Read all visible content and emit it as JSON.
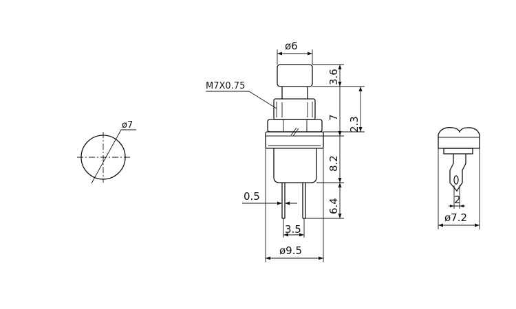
{
  "drawing": {
    "front_view": {
      "thread_label": "M7X0.75",
      "cap_diameter": "ø6",
      "cap_height": "3.6",
      "collar_height": "7",
      "nut_height": "2.3",
      "body_height": "8.2",
      "pin_length": "6.4",
      "pin_thickness": "0.5",
      "pin_spacing": "3.5",
      "body_diameter": "ø9.5"
    },
    "panel_hole": {
      "diameter": "ø7"
    },
    "side_view": {
      "terminal_width": "2",
      "diameter": "ø7.2"
    }
  }
}
